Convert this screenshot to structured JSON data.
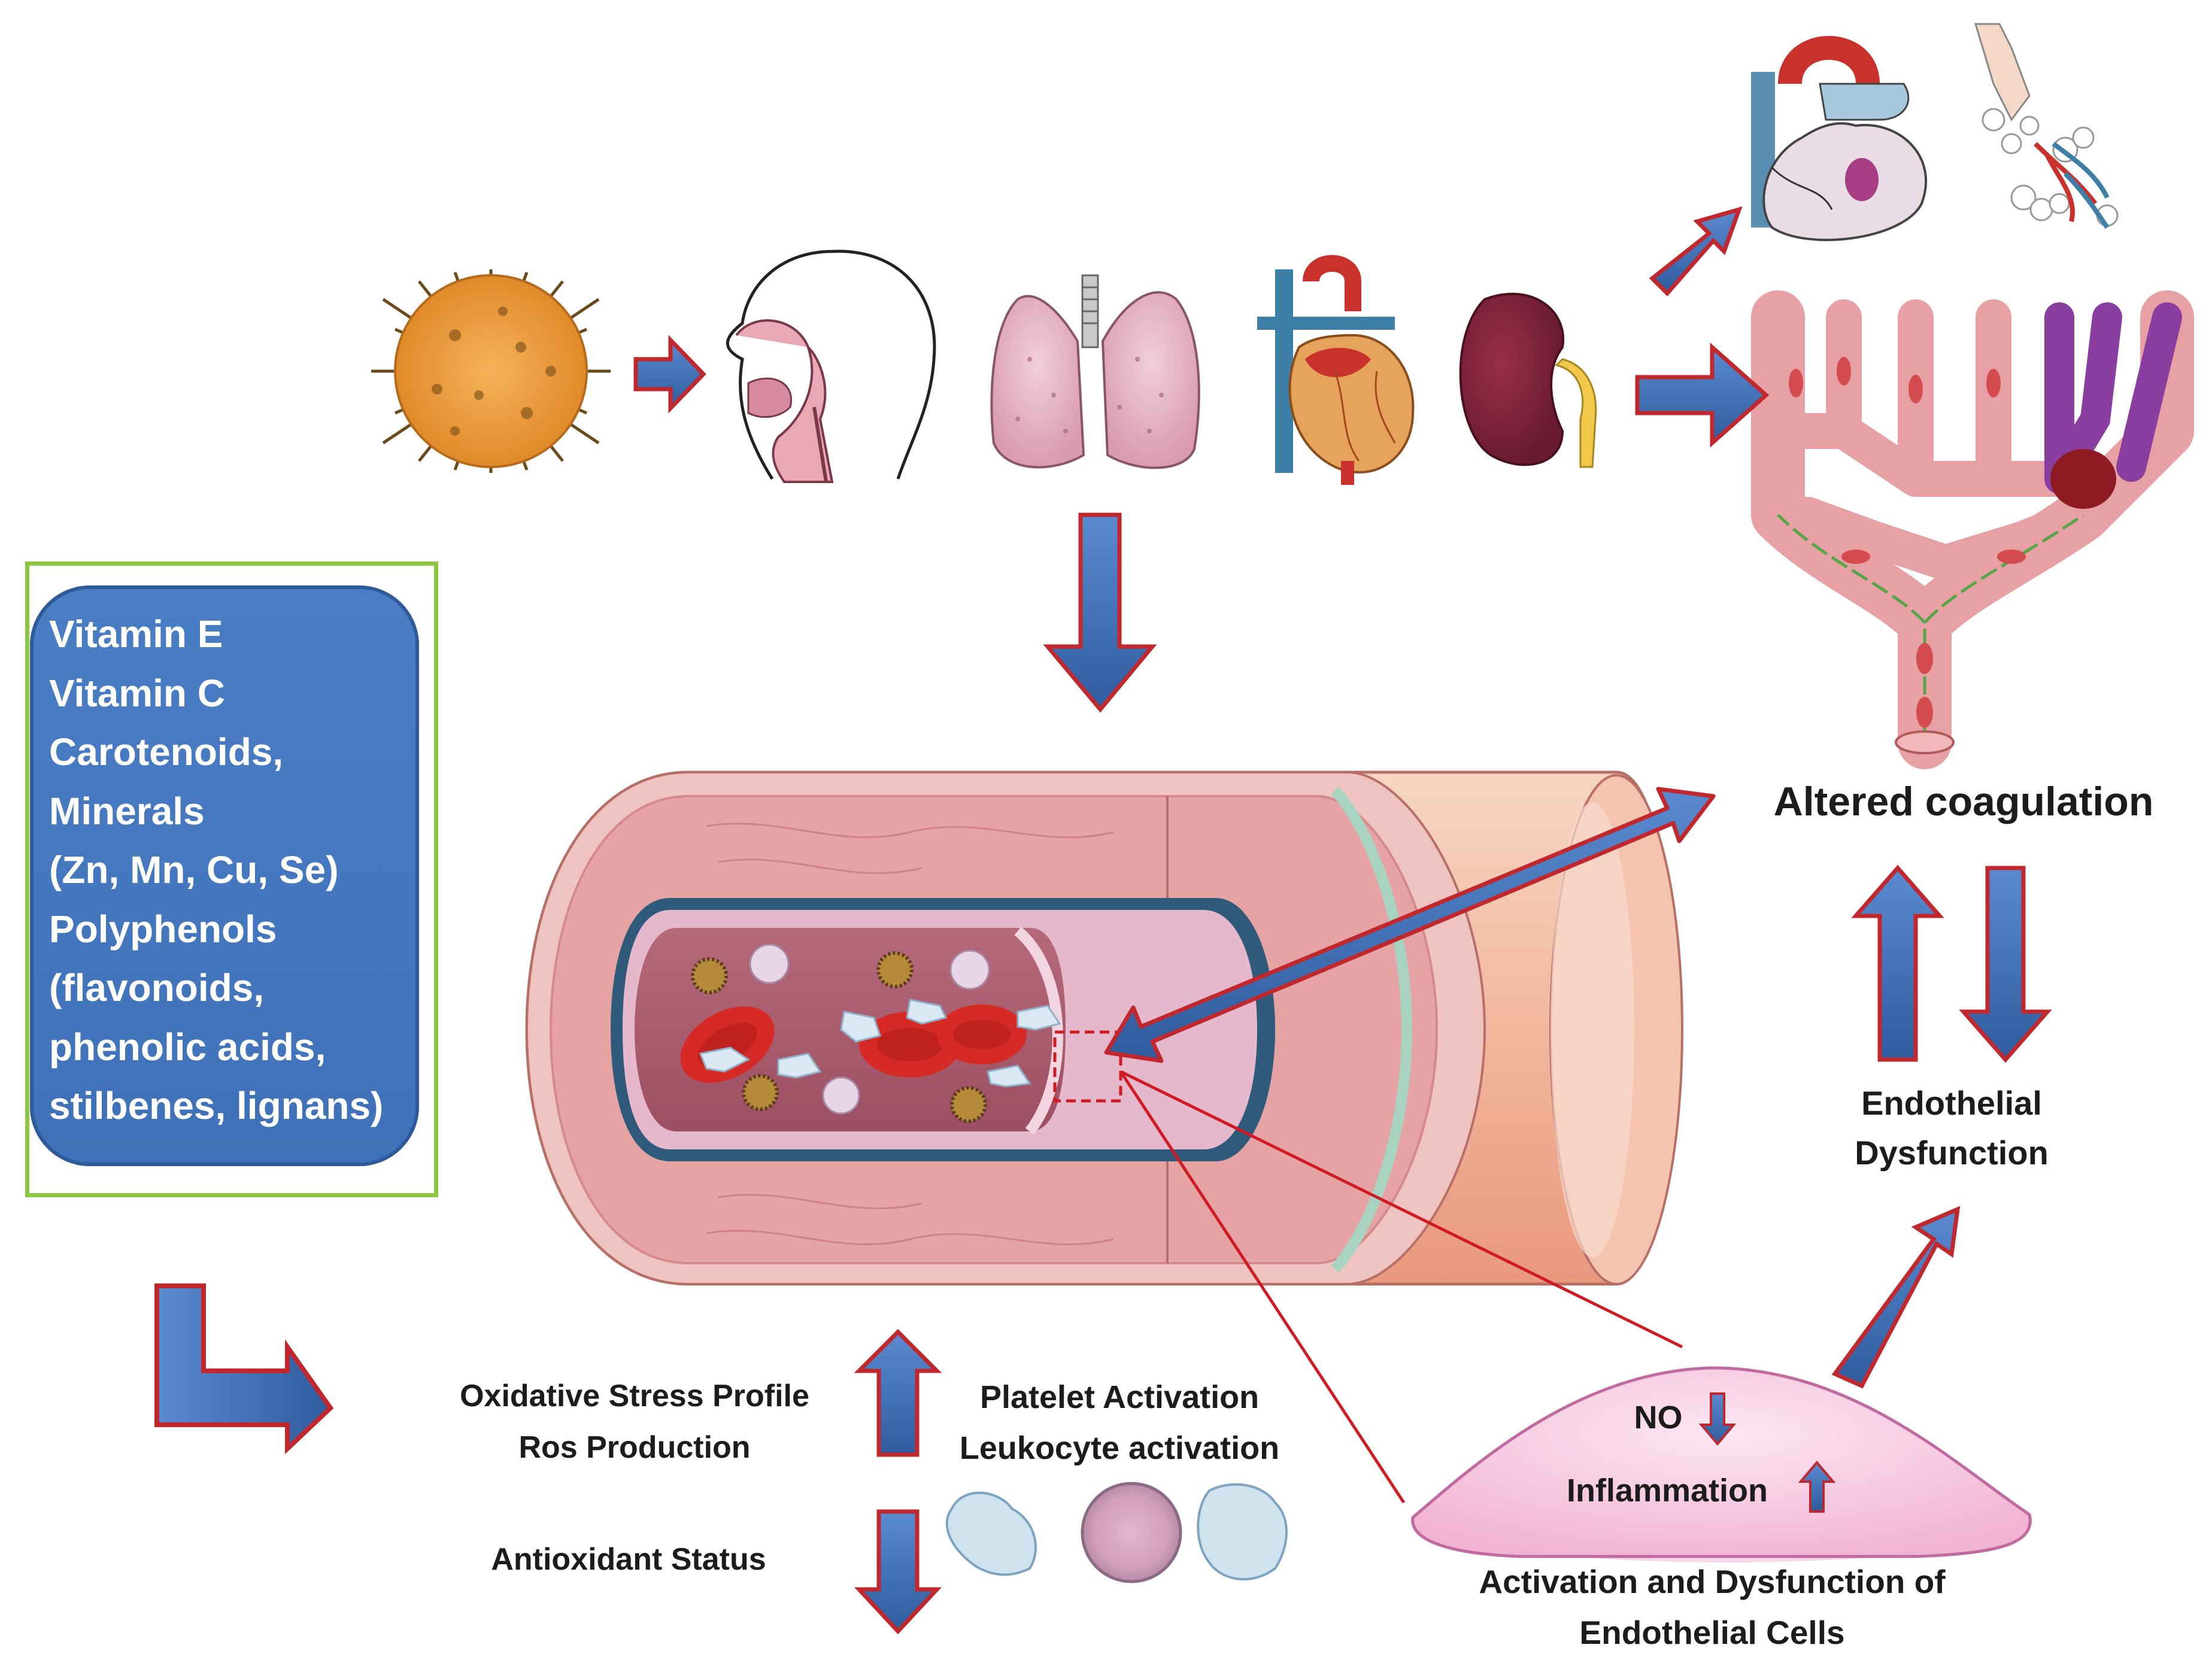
{
  "supplements": {
    "lines": [
      "Vitamin  E",
      "Vitamin  C",
      "Carotenoids,",
      "Minerals",
      "(Zn, Mn, Cu, Se)",
      "Polyphenols",
      "(flavonoids,",
      "phenolic  acids,",
      "stilbenes,  lignans)"
    ]
  },
  "labels": {
    "altered_coagulation": "Altered coagulation",
    "endothelial_dysfunction_1": "Endothelial",
    "endothelial_dysfunction_2": "Dysfunction",
    "oxidative_stress_1": "Oxidative Stress Profile",
    "oxidative_stress_2": "Ros Production",
    "antioxidant_status": "Antioxidant Status",
    "platelet_activation": "Platelet Activation",
    "leukocyte_activation": "Leukocyte activation",
    "no": "NO",
    "inflammation": "Inflammation",
    "endothelial_cells_1": "Activation and Dysfunction of",
    "endothelial_cells_2": "Endothelial Cells"
  },
  "icons": {
    "virus": "virus-icon",
    "head": "head-airway-icon",
    "lungs": "lungs-icon",
    "heart": "heart-icon",
    "kidney": "kidney-icon",
    "heart_small": "heart-small-icon",
    "alveoli": "alveoli-icon",
    "capillaries": "capillary-network-icon",
    "vessel": "blood-vessel-icon",
    "endothelial_cell": "endothelial-cell-icon"
  },
  "colors": {
    "arrow_fill": "#3d6fb6",
    "arrow_border": "#c0282d",
    "supplement_box": "#4472c4",
    "supplement_frame": "#8dc63f",
    "vessel_wall": "#e9a7a2",
    "red_cell": "#d52a26",
    "zoom_line": "#d01b22"
  }
}
